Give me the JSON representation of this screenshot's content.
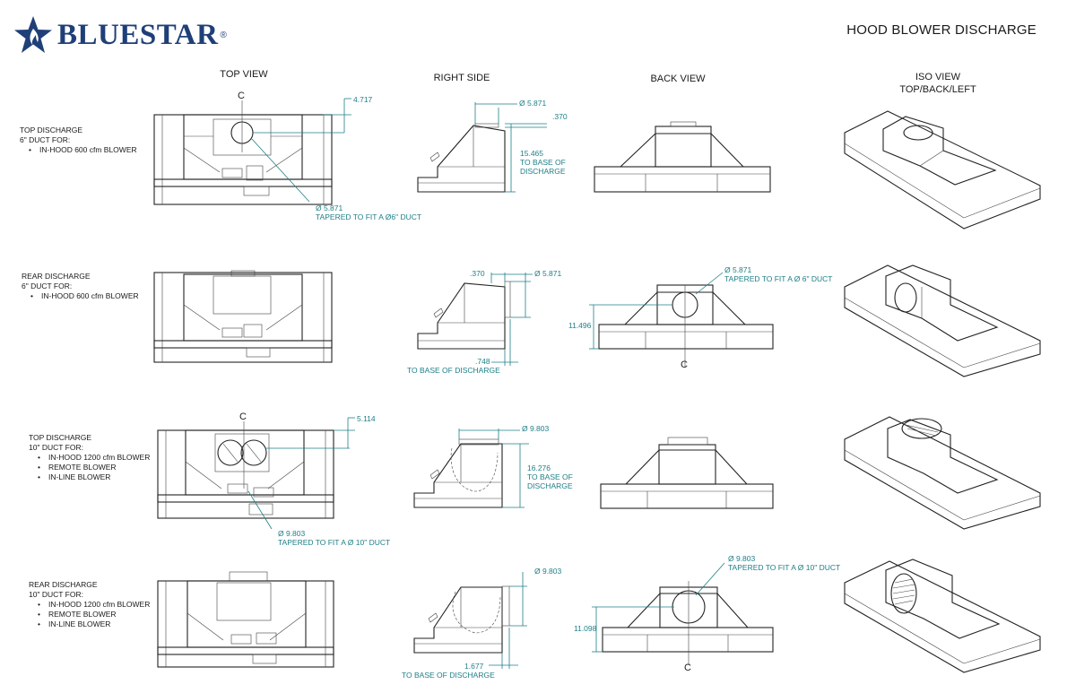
{
  "brand": {
    "name": "BLUESTAR",
    "registered": "®",
    "color": "#1f3f78",
    "icon": "star-flame-icon"
  },
  "document_title": "HOOD BLOWER DISCHARGE",
  "accent_color": "#1e7f87",
  "views": {
    "top": "TOP VIEW",
    "right": "RIGHT SIDE",
    "back": "BACK VIEW",
    "iso_line1": "ISO VIEW",
    "iso_line2": "TOP/BACK/LEFT"
  },
  "rows": [
    {
      "title": "TOP DISCHARGE",
      "subtitle": "6\" DUCT FOR:",
      "items": [
        "IN-HOOD 600 cfm BLOWER"
      ],
      "dims": {
        "top_offset": "4.717",
        "top_dia": "Ø 5.871",
        "top_dia_note": "TAPERED TO FIT A Ø6\" DUCT",
        "side_dia": "Ø 5.871",
        "side_lip": ".370",
        "side_height": "15.465",
        "side_height_note1": "TO BASE OF",
        "side_height_note2": "DISCHARGE"
      }
    },
    {
      "title": "REAR DISCHARGE",
      "subtitle": "6\" DUCT FOR:",
      "items": [
        "IN-HOOD 600 cfm BLOWER"
      ],
      "dims": {
        "side_lip": ".370",
        "side_dia": "Ø 5.871",
        "side_depth": ".748",
        "side_depth_note": "TO BASE OF DISCHARGE",
        "back_dia": "Ø 5.871",
        "back_dia_note": "TAPERED TO FIT A Ø 6\" DUCT",
        "back_height": "11.496"
      }
    },
    {
      "title": "TOP DISCHARGE",
      "subtitle": "10\" DUCT FOR:",
      "items": [
        "IN-HOOD 1200 cfm BLOWER",
        "REMOTE BLOWER",
        "IN-LINE BLOWER"
      ],
      "dims": {
        "top_offset": "5.114",
        "top_dia": "Ø 9.803",
        "top_dia_note": "TAPERED TO FIT A Ø 10\" DUCT",
        "side_dia": "Ø 9.803",
        "side_height": "16.276",
        "side_height_note1": "TO BASE OF",
        "side_height_note2": "DISCHARGE"
      }
    },
    {
      "title": "REAR DISCHARGE",
      "subtitle": "10\" DUCT FOR:",
      "items": [
        "IN-HOOD 1200 cfm BLOWER",
        "REMOTE BLOWER",
        "IN-LINE BLOWER"
      ],
      "dims": {
        "side_dia": "Ø 9.803",
        "side_depth": "1.677",
        "side_depth_note": "TO BASE OF DISCHARGE",
        "back_dia": "Ø 9.803",
        "back_dia_note": "TAPERED TO FIT A Ø 10\" DUCT",
        "back_height": "11.098"
      }
    }
  ]
}
